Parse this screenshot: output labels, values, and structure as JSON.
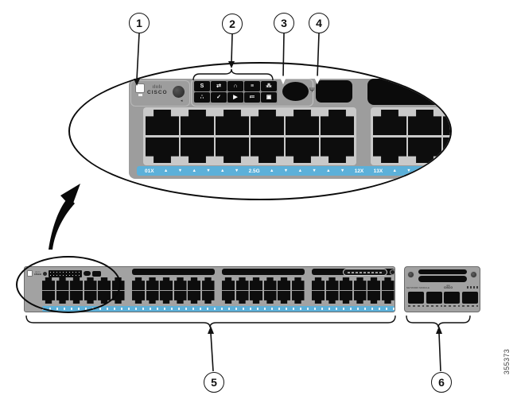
{
  "figure_number": "355373",
  "callouts": [
    {
      "label": "1"
    },
    {
      "label": "2"
    },
    {
      "label": "3"
    },
    {
      "label": "4"
    },
    {
      "label": "5"
    },
    {
      "label": "6"
    }
  ],
  "colors": {
    "panel_gray": "#9d9d9d",
    "chassis_gray": "#a2a2a2",
    "port_backing": "#c9c9c9",
    "port_black": "#0d0d0d",
    "label_strip_blue": "#5cb0d9",
    "line_black": "#111111"
  },
  "magnified": {
    "brand": {
      "bars": "ılıılı",
      "name": "CISCO"
    },
    "mode_mark": "◂",
    "usb_symbol": "Ψ",
    "group1_cols": 6,
    "group2_cols": 3,
    "led_modes": [
      {
        "name": "speed",
        "glyph": "S"
      },
      {
        "name": "duplex",
        "glyph": "⇄"
      },
      {
        "name": "alert",
        "glyph": "∩"
      },
      {
        "name": "stack",
        "glyph": "≡"
      },
      {
        "name": "poe",
        "glyph": "⁂"
      },
      {
        "name": "activity",
        "glyph": "∴"
      },
      {
        "name": "status",
        "glyph": "✓"
      },
      {
        "name": "flag",
        "glyph": "▶"
      },
      {
        "name": "vlan",
        "glyph": "≔"
      },
      {
        "name": "select",
        "glyph": "▣"
      }
    ],
    "strip_tokens": [
      "01X",
      "▲",
      "▼",
      "▲",
      "▼",
      "▲",
      "▼",
      "2.5G",
      "▲",
      "▼",
      "▲",
      "▼",
      "▲",
      "▼",
      "12X",
      "13X",
      "▲",
      "▼"
    ]
  },
  "switch": {
    "brand": {
      "bars": "ılıılı",
      "name": "cisco"
    },
    "groups": 4,
    "cols_per_group": 6,
    "rows": 2,
    "uplink": {
      "label": "NETWORK MODULE",
      "brand": {
        "bars": "ılıılı",
        "name": "CISCO"
      },
      "sfp_count": 4
    }
  }
}
